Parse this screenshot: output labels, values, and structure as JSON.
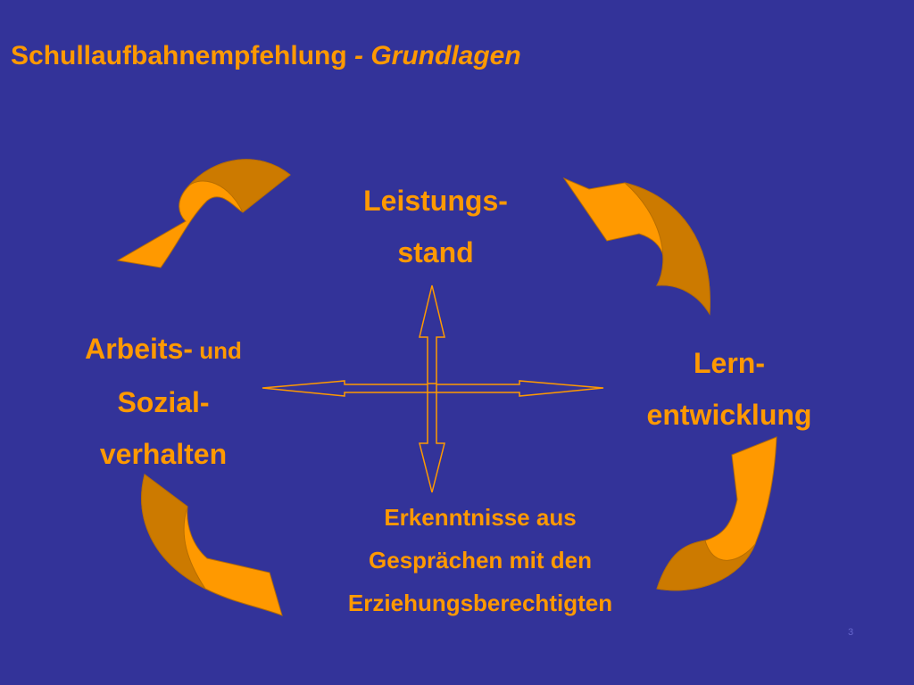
{
  "slide": {
    "title_main": "Schullaufbahnempfehlung",
    "title_sep": " - ",
    "title_italic": "Grundlagen",
    "page_number": "3"
  },
  "nodes": {
    "top": {
      "line1": "Leistungs-",
      "line2": "stand"
    },
    "left": {
      "line1_big": "Arbeits-",
      "line1_small": " und",
      "line2": "Sozial-",
      "line3": "verhalten"
    },
    "right": {
      "line1": "Lern-",
      "line2": "entwicklung"
    },
    "bottom": {
      "line1": "Erkenntnisse aus",
      "line2": "Gesprächen mit den",
      "line3": "Erziehungsberechtigten"
    }
  },
  "colors": {
    "background": "#333399",
    "text": "#ff9900",
    "arrow_fill": "#ff9900",
    "arrow_shade": "#cc7a00",
    "cross_stroke": "#ff9900"
  },
  "icons": [
    "curved-arrow-icon",
    "double-arrow-cross-icon"
  ]
}
